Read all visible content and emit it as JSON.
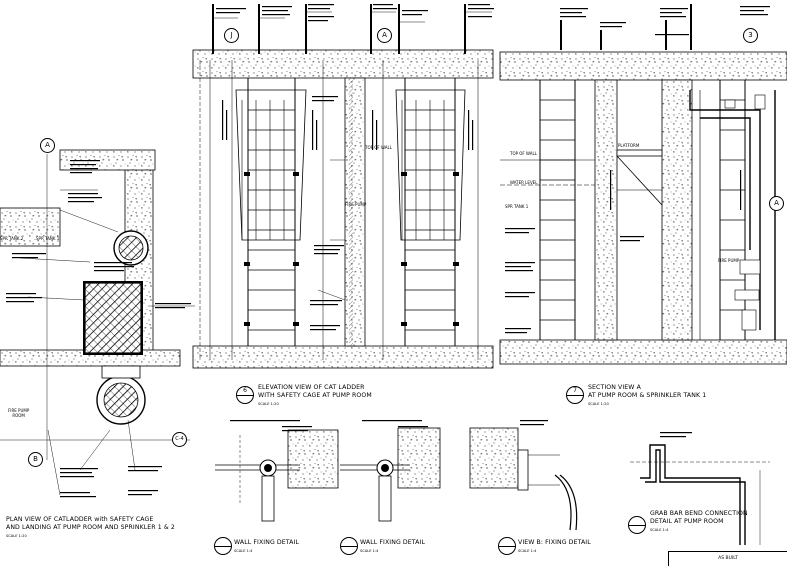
{
  "views": {
    "plan": {
      "title_l1": "PLAN VIEW OF CATLADDER with SAFETY CAGE",
      "title_l2": "AND LANDING AT PUMP ROOM AND SPRINKLER 1 & 2",
      "scale": "SCALE 1:20"
    },
    "elevation": {
      "number": "6",
      "title_l1": "ELEVATION VIEW OF CAT LADDER",
      "title_l2": "WITH SAFETY CAGE AT PUMP ROOM",
      "scale": "SCALE 1:20"
    },
    "section": {
      "number": "7",
      "title_l1": "SECTION VIEW A",
      "title_l2": "AT PUMP ROOM & SPRINKLER TANK 1",
      "scale": "SCALE 1:20"
    },
    "wall_fixing_1": {
      "title": "WALL FIXING DETAIL",
      "scale": "SCALE 1:4"
    },
    "wall_fixing_2": {
      "title": "WALL FIXING DETAIL",
      "scale": "SCALE 1:4"
    },
    "view_b": {
      "title": "VIEW B: FIXING DETAIL",
      "scale": "SCALE 1:4"
    },
    "grab_bar": {
      "title_l1": "GRAB BAR BEND CONNECTION",
      "title_l2": "DETAIL AT PUMP ROOM",
      "scale": "SCALE 1:4"
    }
  },
  "grid_labels": {
    "left_a": "A",
    "j": "J",
    "top_a": "A",
    "three": "3",
    "left_b": "B",
    "left_a2": "A",
    "c4": "C-4"
  },
  "room_labels": {
    "fire_pump_room": "FIRE PUMP\nROOM",
    "spr_tank_1": "SPR TANK 1",
    "spr_tank_2": "SPR TANK 2",
    "fire_pump": "FIRE PUMP",
    "fire_pump_2": "FIRE PUMP",
    "spr_tank_1b": "SPR TANK 1",
    "water_level": "WATER LEVEL",
    "top_of_wall": "TOP OF WALL",
    "top_of_wall_2": "TOP OF WALL",
    "platform": "PLATFORM"
  },
  "stamp": "AS BUILT"
}
